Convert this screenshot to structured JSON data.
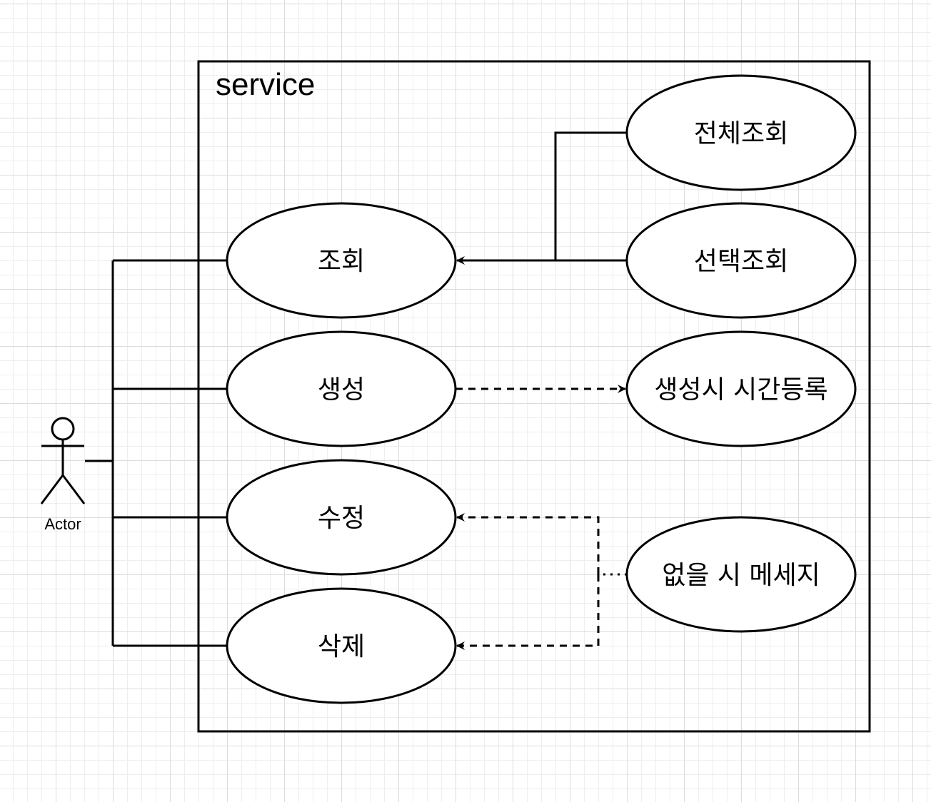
{
  "diagram": {
    "boundary_title": "service",
    "actor_label": "Actor",
    "use_cases": {
      "lookup": "조회",
      "create": "생성",
      "update": "수정",
      "delete": "삭제",
      "lookup_all": "전체조회",
      "lookup_selected": "선택조회",
      "create_timestamp": "생성시 시간등록",
      "not_found_message": "없을 시 메세지"
    }
  }
}
